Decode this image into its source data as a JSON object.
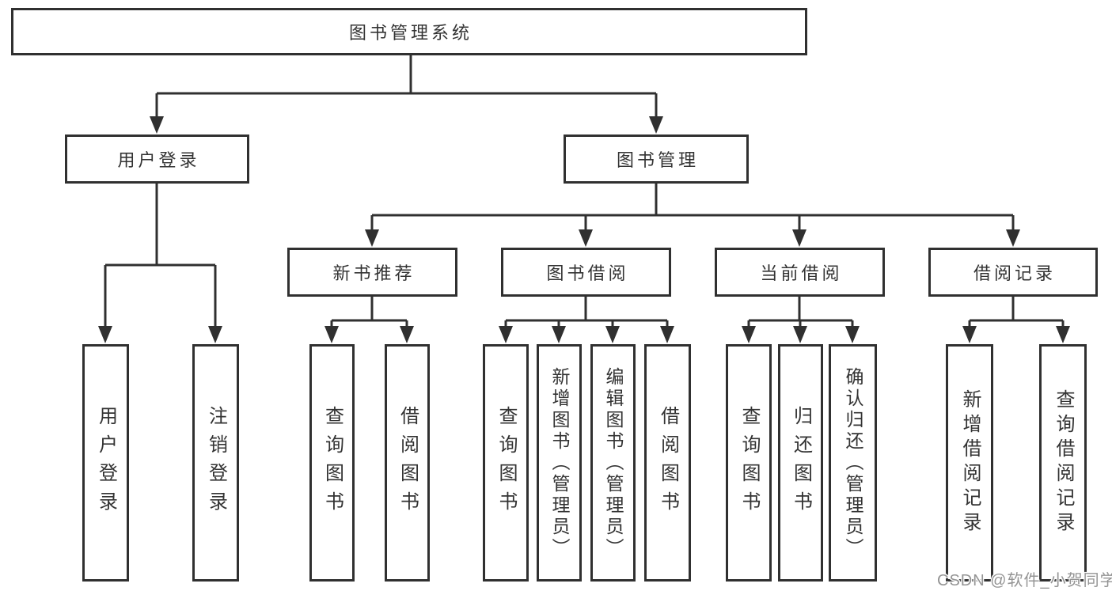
{
  "tree": {
    "label": "图书管理系统",
    "children": [
      {
        "label": "用户登录",
        "children": [
          {
            "label": "用户登录"
          },
          {
            "label": "注销登录"
          }
        ]
      },
      {
        "label": "图书管理",
        "children": [
          {
            "label": "新书推荐",
            "children": [
              {
                "label": "查询图书"
              },
              {
                "label": "借阅图书"
              }
            ]
          },
          {
            "label": "图书借阅",
            "children": [
              {
                "label": "查询图书"
              },
              {
                "label": "新增图书（管理员）"
              },
              {
                "label": "编辑图书（管理员）"
              },
              {
                "label": "借阅图书"
              }
            ]
          },
          {
            "label": "当前借阅",
            "children": [
              {
                "label": "查询图书"
              },
              {
                "label": "归还图书"
              },
              {
                "label": "确认归还（管理员）"
              }
            ]
          },
          {
            "label": "借阅记录",
            "children": [
              {
                "label": "新增借阅记录"
              },
              {
                "label": "查询借阅记录"
              }
            ]
          }
        ]
      }
    ]
  },
  "watermark": {
    "text": "CSDN @软件_小贺同学",
    "color": "#949494"
  },
  "colors": {
    "line": "#303030",
    "box_border": "#303030",
    "background": "#ffffff",
    "text": "#333333"
  }
}
